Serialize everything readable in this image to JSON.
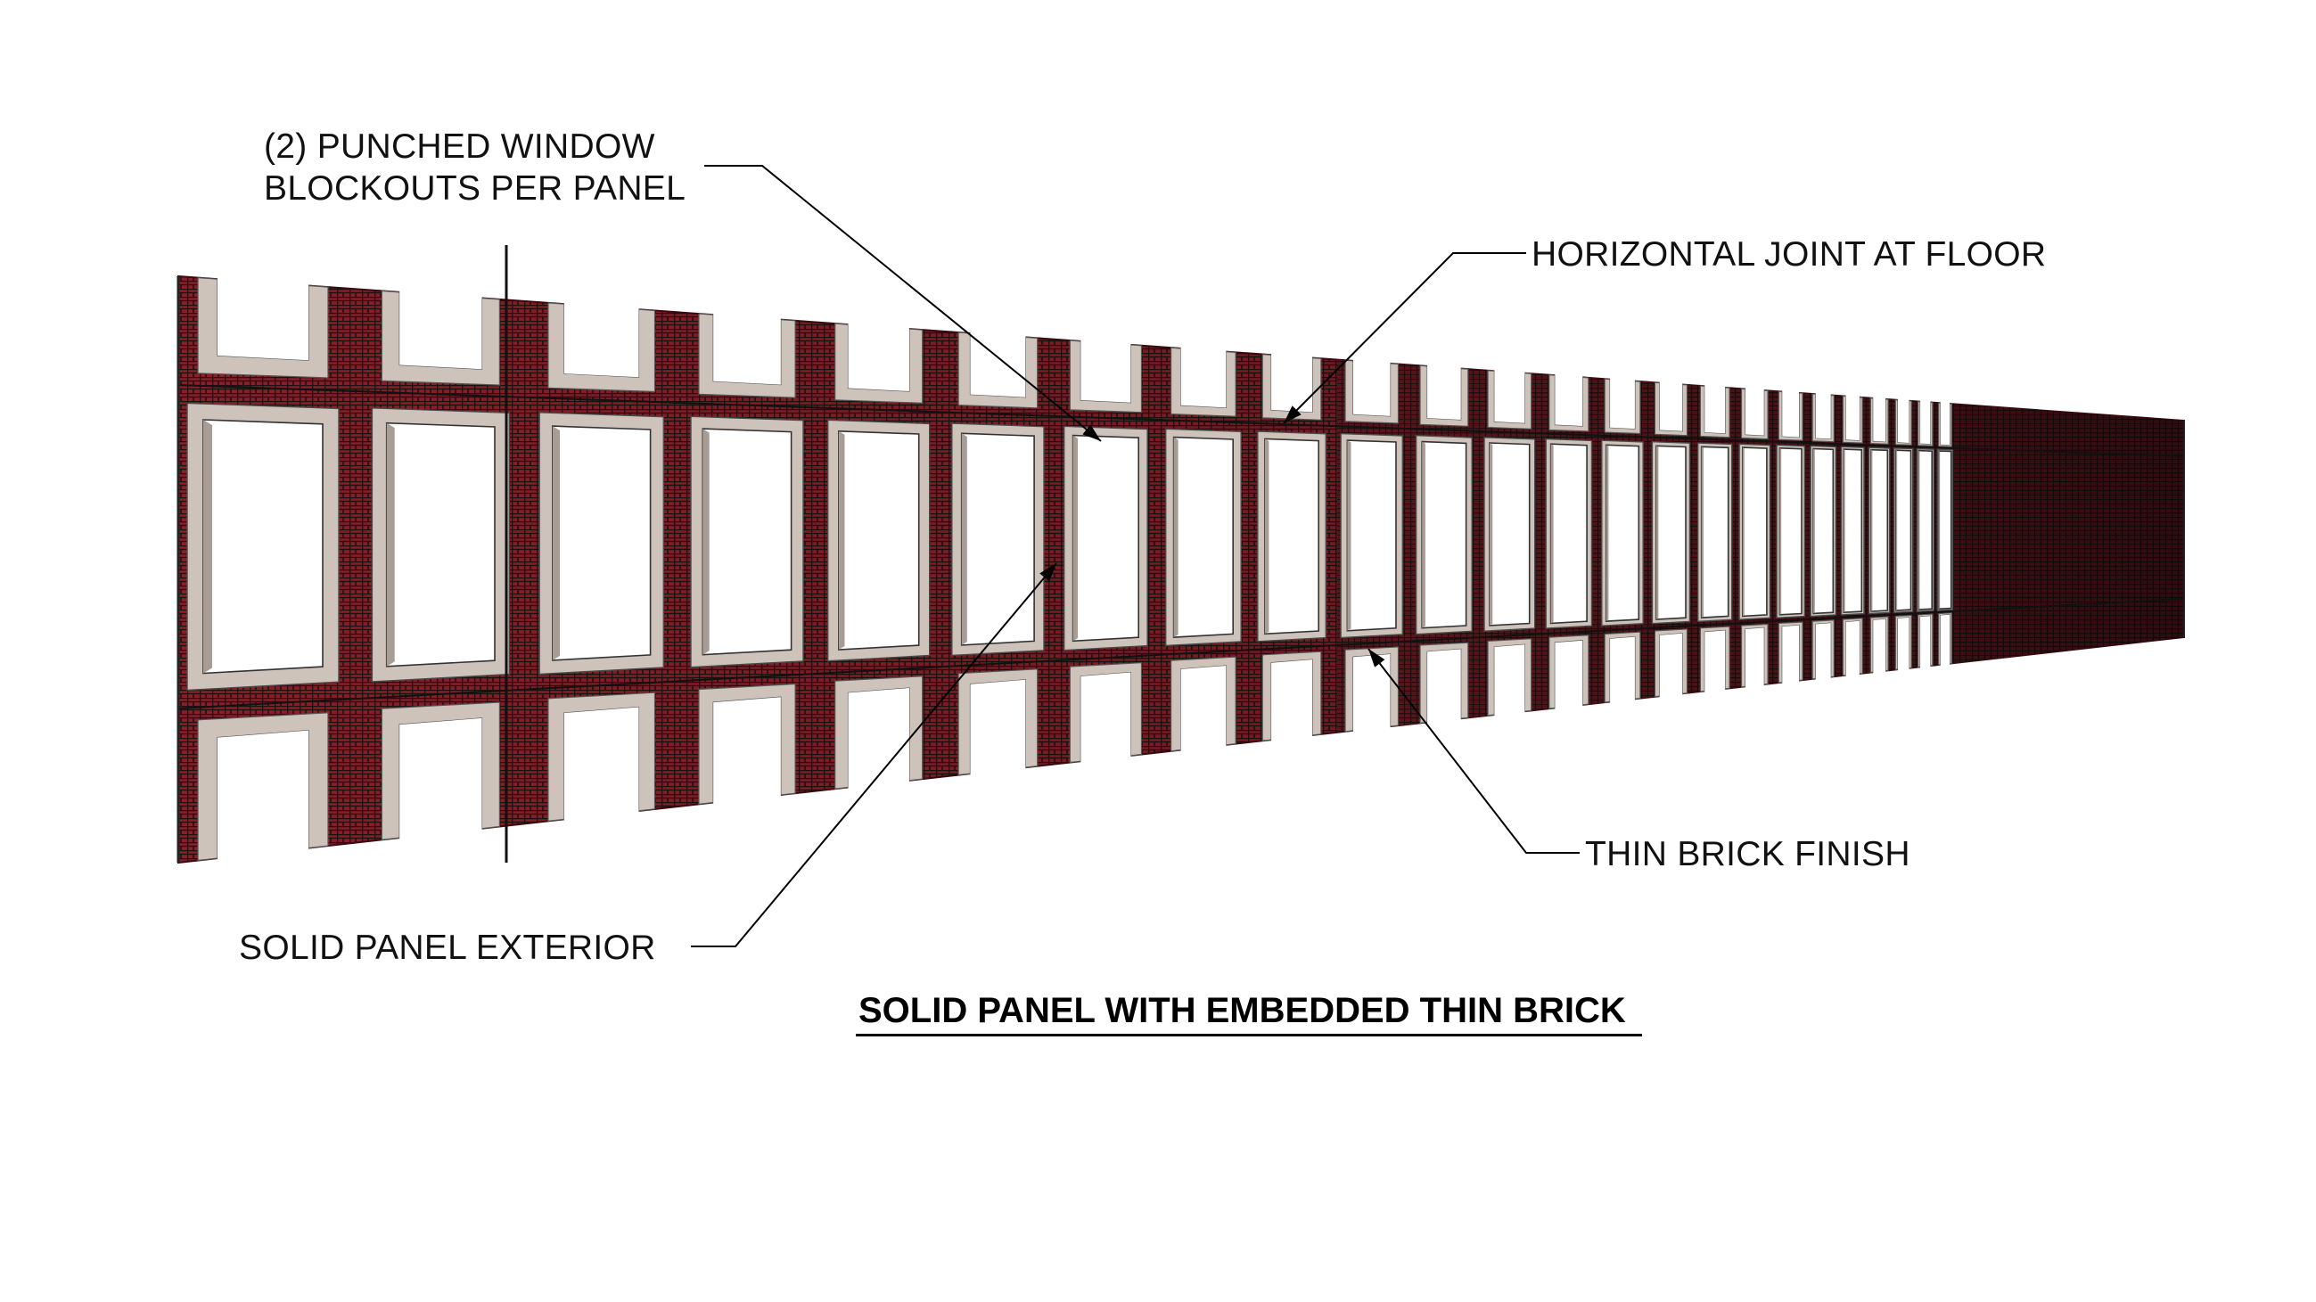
{
  "callouts": {
    "window_blockouts": [
      "(2) PUNCHED WINDOW",
      "BLOCKOUTS PER PANEL"
    ],
    "horizontal_joint": "HORIZONTAL JOINT AT FLOOR",
    "thin_brick": "THIN BRICK FINISH",
    "solid_exterior": "SOLID PANEL EXTERIOR"
  },
  "title": "SOLID PANEL WITH EMBEDDED THIN BRICK",
  "colors": {
    "brick": "#8a1f27",
    "brick_dark": "#3a0a0e",
    "mortar": "#1c1214",
    "concrete": "#cdc3bb",
    "concrete_shade": "#a79d95",
    "leader": "#000000"
  }
}
